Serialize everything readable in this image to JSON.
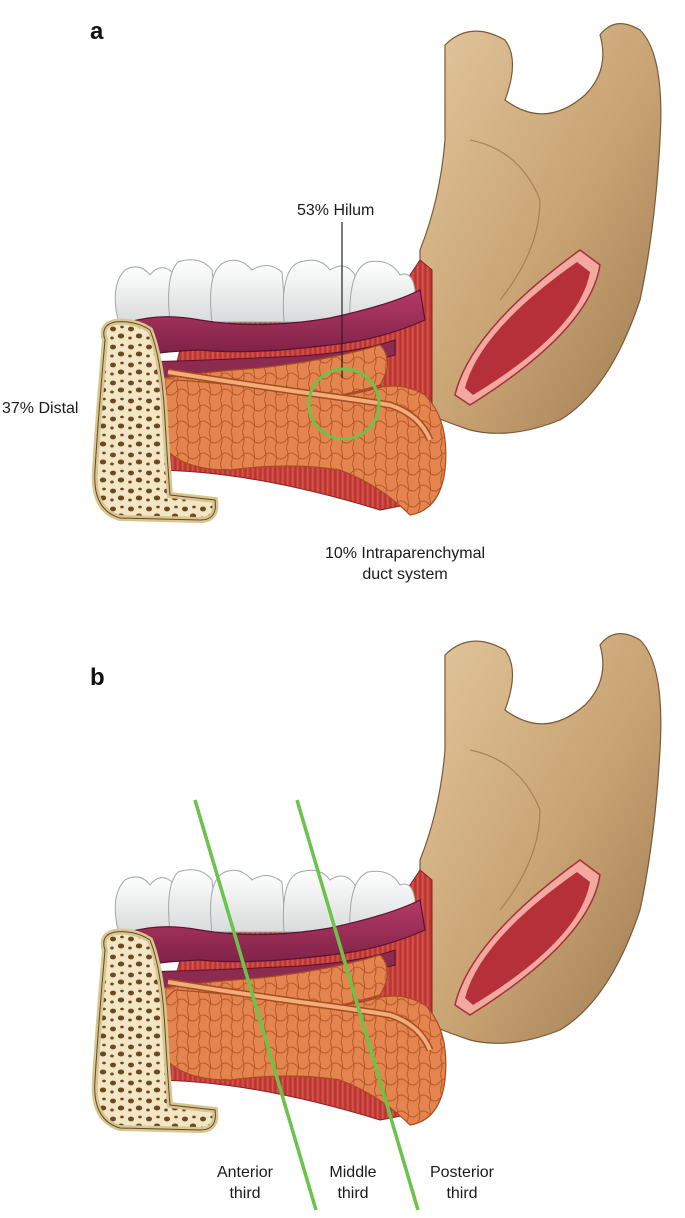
{
  "panel_a": {
    "letter": "a",
    "labels": {
      "hilum": "53% Hilum",
      "distal": "37% Distal",
      "intraparenchymal_line1": "10% Intraparenchymal",
      "intraparenchymal_line2": "duct system"
    }
  },
  "panel_b": {
    "letter": "b",
    "labels": {
      "anterior_line1": "Anterior",
      "anterior_line2": "third",
      "middle_line1": "Middle",
      "middle_line2": "third",
      "posterior_line1": "Posterior",
      "posterior_line2": "third"
    }
  },
  "colors": {
    "bone": "#c9a77a",
    "gingiva": "#9b2a55",
    "gland": "#e0804a",
    "muscle": "#c8443f",
    "indicator_green": "#6cc24a"
  }
}
